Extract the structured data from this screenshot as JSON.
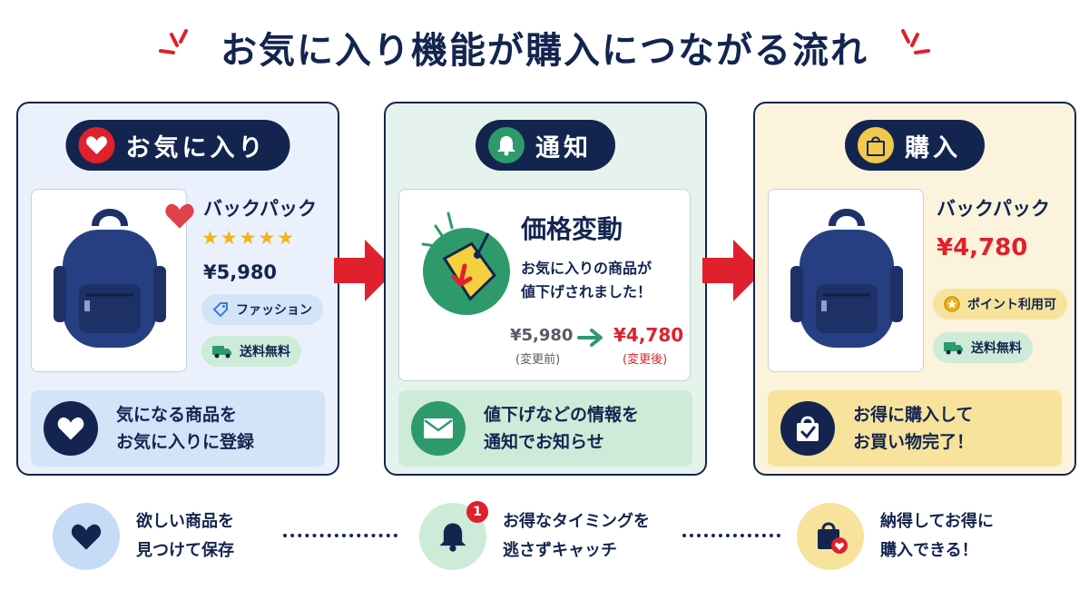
{
  "title": "お気に入り機能が購入につながる流れ",
  "colors": {
    "navy": "#13254f",
    "red": "#e0202c",
    "green": "#2e9a6b",
    "yellow": "#f2c94c",
    "blue": "#d3e3f8"
  },
  "panels": {
    "favorite": {
      "label": "お気に入り",
      "icon": "heart-icon",
      "product": {
        "name": "バックパック",
        "rating": 5,
        "stars": "★★★★★",
        "price": "¥5,980"
      },
      "tags": [
        {
          "label": "ファッション",
          "icon": "tag-icon"
        },
        {
          "label": "送料無料",
          "icon": "truck-icon"
        }
      ],
      "message_line1": "気になる商品を",
      "message_line2": "お気に入りに登録"
    },
    "notify": {
      "label": "通知",
      "icon": "bell-icon",
      "card_title": "価格変動",
      "card_text_line1": "お気に入りの商品が",
      "card_text_line2": "値下げされました！",
      "old_price": "¥5,980",
      "old_caption": "(変更前)",
      "new_price": "¥4,780",
      "new_caption": "(変更後)",
      "message_line1": "値下げなどの情報を",
      "message_line2": "通知でお知らせ"
    },
    "purchase": {
      "label": "購入",
      "icon": "shopping-bag-icon",
      "product": {
        "name": "バックパック",
        "price": "¥4,780"
      },
      "tags": [
        {
          "label": "ポイント利用可",
          "icon": "coin-icon"
        },
        {
          "label": "送料無料",
          "icon": "truck-icon"
        }
      ],
      "message_line1": "お得に購入して",
      "message_line2": "お買い物完了！"
    }
  },
  "footer": [
    {
      "line1": "欲しい商品を",
      "line2": "見つけて保存",
      "icon": "heart-icon"
    },
    {
      "line1": "お得なタイミングを",
      "line2": "逃さずキャッチ",
      "icon": "bell-icon",
      "badge": "1"
    },
    {
      "line1": "納得してお得に",
      "line2": "購入できる！",
      "icon": "shopping-bag-heart-icon"
    }
  ]
}
